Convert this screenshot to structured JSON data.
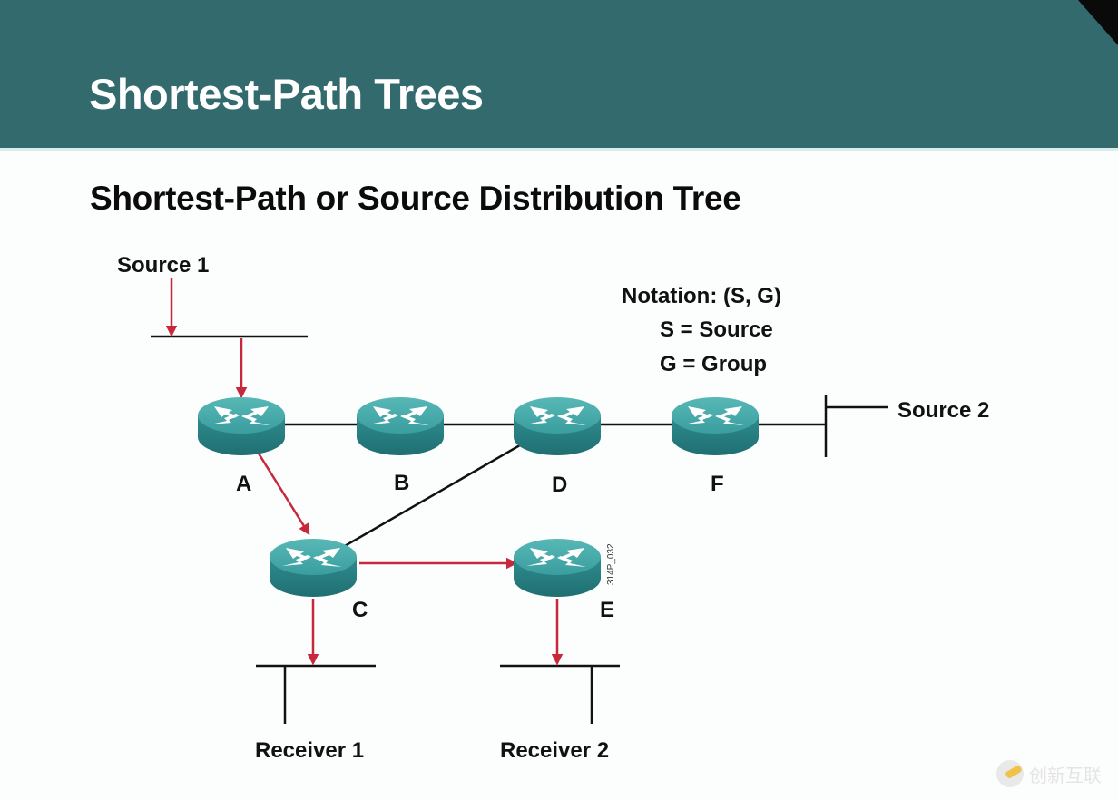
{
  "slide": {
    "title": "Shortest-Path Trees",
    "subtitle": "Shortest-Path or Source Distribution Tree"
  },
  "notation": {
    "line1": "Notation:  (S, G)",
    "line2": "S = Source",
    "line3": "G = Group"
  },
  "endpoints": {
    "source1": "Source 1",
    "source2": "Source 2",
    "receiver1": "Receiver 1",
    "receiver2": "Receiver 2"
  },
  "routers": [
    {
      "id": "A",
      "label": "A"
    },
    {
      "id": "B",
      "label": "B"
    },
    {
      "id": "D",
      "label": "D"
    },
    {
      "id": "F",
      "label": "F"
    },
    {
      "id": "C",
      "label": "C"
    },
    {
      "id": "E",
      "label": "E"
    }
  ],
  "links": [
    {
      "from": "A",
      "to": "B",
      "type": "physical"
    },
    {
      "from": "B",
      "to": "D",
      "type": "physical"
    },
    {
      "from": "D",
      "to": "F",
      "type": "physical"
    },
    {
      "from": "D",
      "to": "C",
      "type": "physical"
    },
    {
      "from": "F",
      "to": "Source 2 segment",
      "type": "physical"
    },
    {
      "from": "Source 1",
      "to": "Source 1 segment",
      "type": "multicast-flow"
    },
    {
      "from": "Source 1 segment",
      "to": "A",
      "type": "multicast-flow"
    },
    {
      "from": "A",
      "to": "C",
      "type": "multicast-flow"
    },
    {
      "from": "C",
      "to": "E",
      "type": "multicast-flow"
    },
    {
      "from": "C",
      "to": "Receiver 1 segment",
      "type": "multicast-flow"
    },
    {
      "from": "E",
      "to": "Receiver 2 segment",
      "type": "multicast-flow"
    }
  ],
  "figure_id": "314P_032",
  "watermark": "创新互联",
  "colors": {
    "header": "#336a6e",
    "router": "#3a9d9e",
    "flow_arrow": "#c8283c",
    "link": "#111111"
  }
}
